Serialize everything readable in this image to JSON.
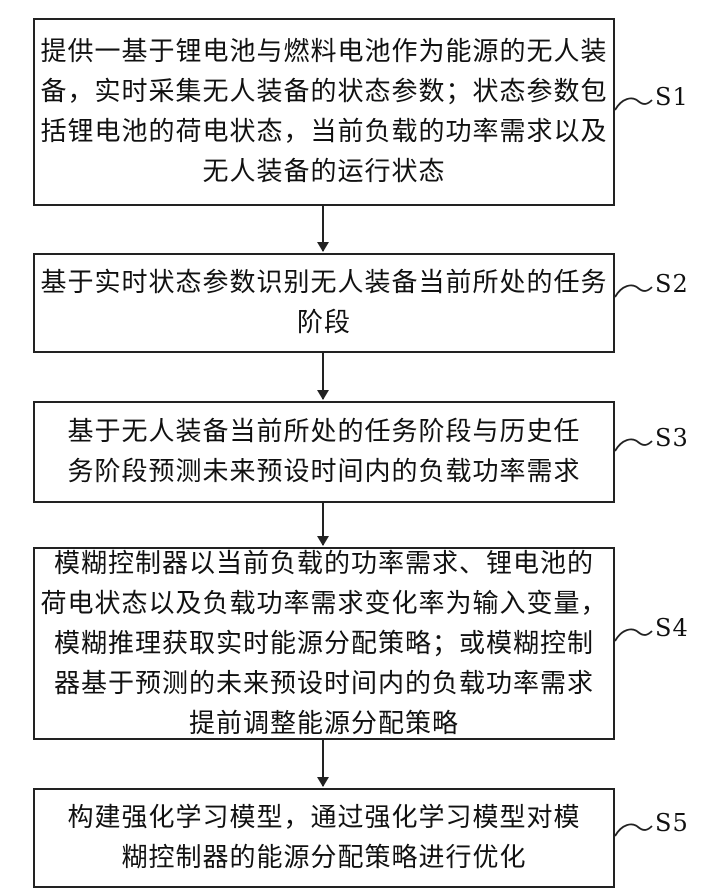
{
  "steps": [
    {
      "id": "S1",
      "lines": [
        "提供一基于锂电池与燃料电池作为能源的无人装",
        "备，实时采集无人装备的状态参数；状态参数包",
        "括锂电池的荷电状态，当前负载的功率需求以及",
        "无人装备的运行状态"
      ]
    },
    {
      "id": "S2",
      "lines": [
        "基于实时状态参数识别无人装备当前所处的任务",
        "阶段"
      ]
    },
    {
      "id": "S3",
      "lines": [
        "基于无人装备当前所处的任务阶段与历史任",
        "务阶段预测未来预设时间内的负载功率需求"
      ]
    },
    {
      "id": "S4",
      "lines": [
        "模糊控制器以当前负载的功率需求、锂电池的",
        "荷电状态以及负载功率需求变化率为输入变量，",
        "模糊推理获取实时能源分配策略；或模糊控制",
        "器基于预测的未来预设时间内的负载功率需求",
        "提前调整能源分配策略"
      ]
    },
    {
      "id": "S5",
      "lines": [
        "构建强化学习模型，通过强化学习模型对模",
        "糊控制器的能源分配策略进行优化"
      ]
    }
  ]
}
